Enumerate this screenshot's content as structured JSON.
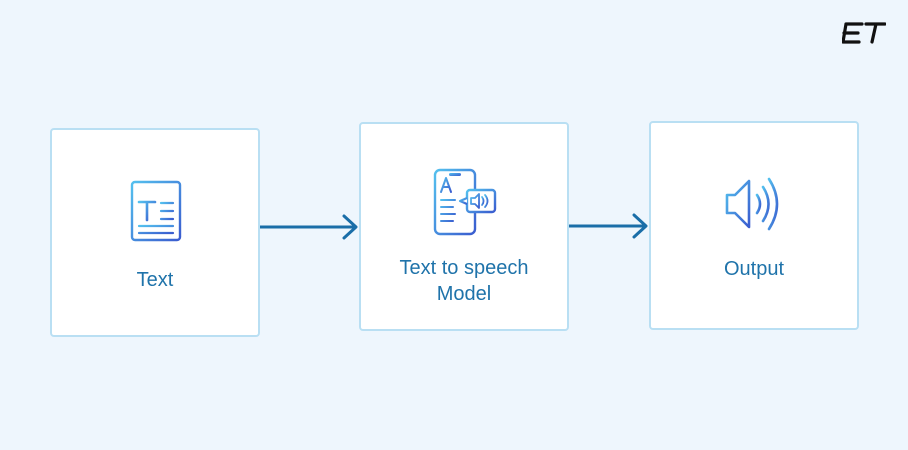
{
  "brand": {
    "logo_text": "ET"
  },
  "nodes": [
    {
      "id": "text",
      "label": "Text",
      "icon": "text-document-icon"
    },
    {
      "id": "tts",
      "label_line1": "Text to speech",
      "label_line2": "Model",
      "icon": "phone-speaker-icon"
    },
    {
      "id": "output",
      "label": "Output",
      "icon": "speaker-volume-icon"
    }
  ],
  "edges": [
    {
      "from": "text",
      "to": "tts"
    },
    {
      "from": "tts",
      "to": "output"
    }
  ],
  "colors": {
    "background": "#eef6fd",
    "box_border": "#b9dff3",
    "label": "#1f73aa",
    "arrow": "#1a6ea8",
    "icon_gradient_start": "#54c0ee",
    "icon_gradient_end": "#3a5ccf"
  }
}
